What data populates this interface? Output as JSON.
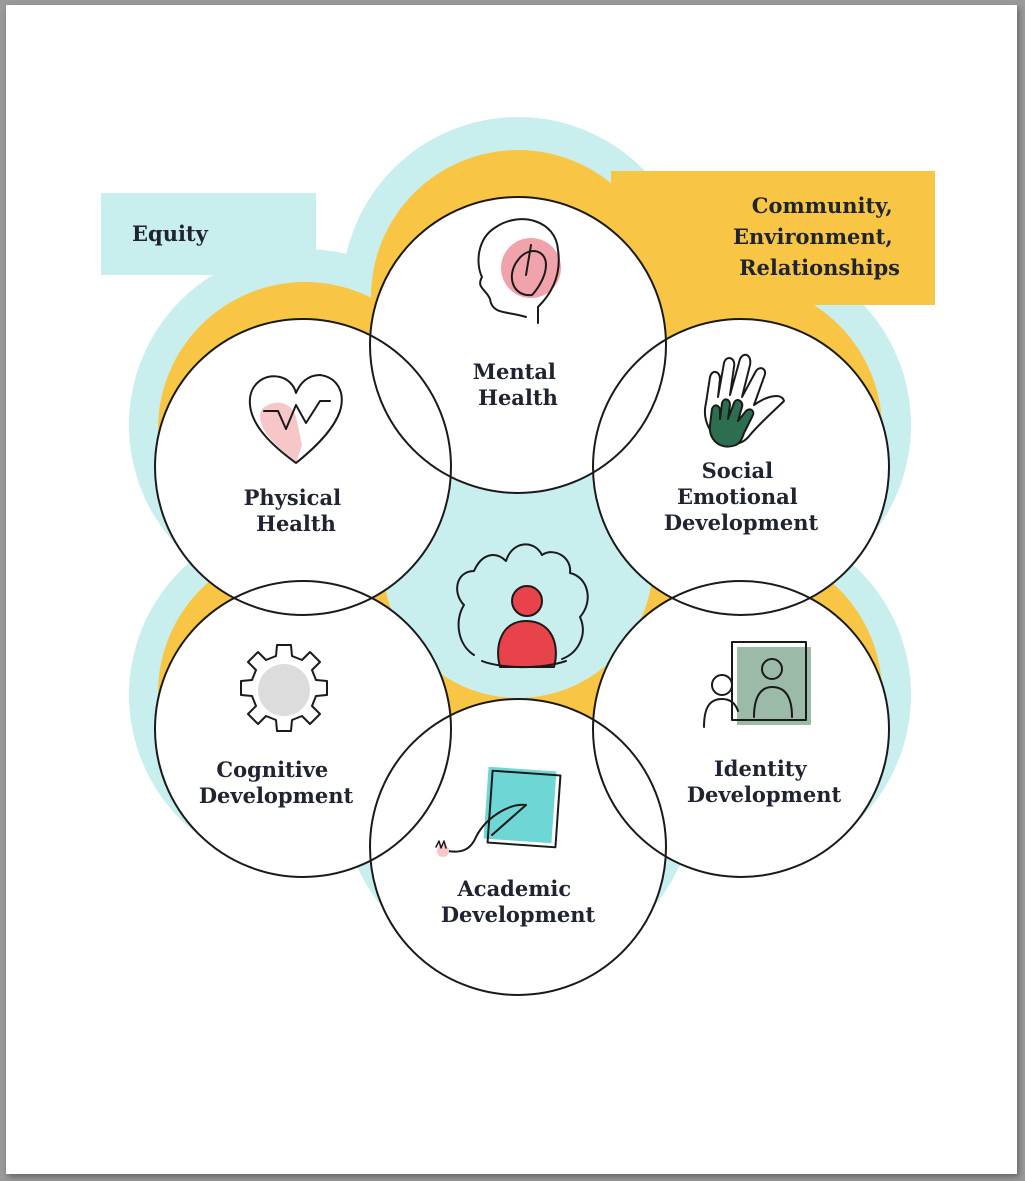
{
  "bands": {
    "outer_label": "Equity",
    "inner_label_lines": [
      "Community,",
      "Environment,",
      "Relationships"
    ]
  },
  "domains": [
    {
      "id": "mental",
      "lines": [
        "Mental",
        "Health"
      ],
      "icon": "head-icon"
    },
    {
      "id": "social",
      "lines": [
        "Social",
        "Emotional",
        "Development"
      ],
      "icon": "hands-icon"
    },
    {
      "id": "identity",
      "lines": [
        "Identity",
        "Development"
      ],
      "icon": "portrait-icon"
    },
    {
      "id": "academic",
      "lines": [
        "Academic",
        "Development"
      ],
      "icon": "notebook-icon"
    },
    {
      "id": "cognitive",
      "lines": [
        "Cognitive",
        "Development"
      ],
      "icon": "gear-icon"
    },
    {
      "id": "physical",
      "lines": [
        "Physical",
        "Health"
      ],
      "icon": "heart-icon"
    }
  ],
  "center_icon": "group-person-icon",
  "colors": {
    "equity": "#c8eeee",
    "community": "#f8c544",
    "circle_fill": "#ffffff",
    "stroke": "#1a1a1a",
    "person_red": "#e8424a",
    "heart_pink": "#f6c6c8",
    "brain_pink": "#f0a3aa",
    "hand_green": "#2e6e50",
    "portrait_green": "#9cbaa8",
    "notebook_teal": "#6fd6d6",
    "gear_gray": "#dcdcdc"
  }
}
